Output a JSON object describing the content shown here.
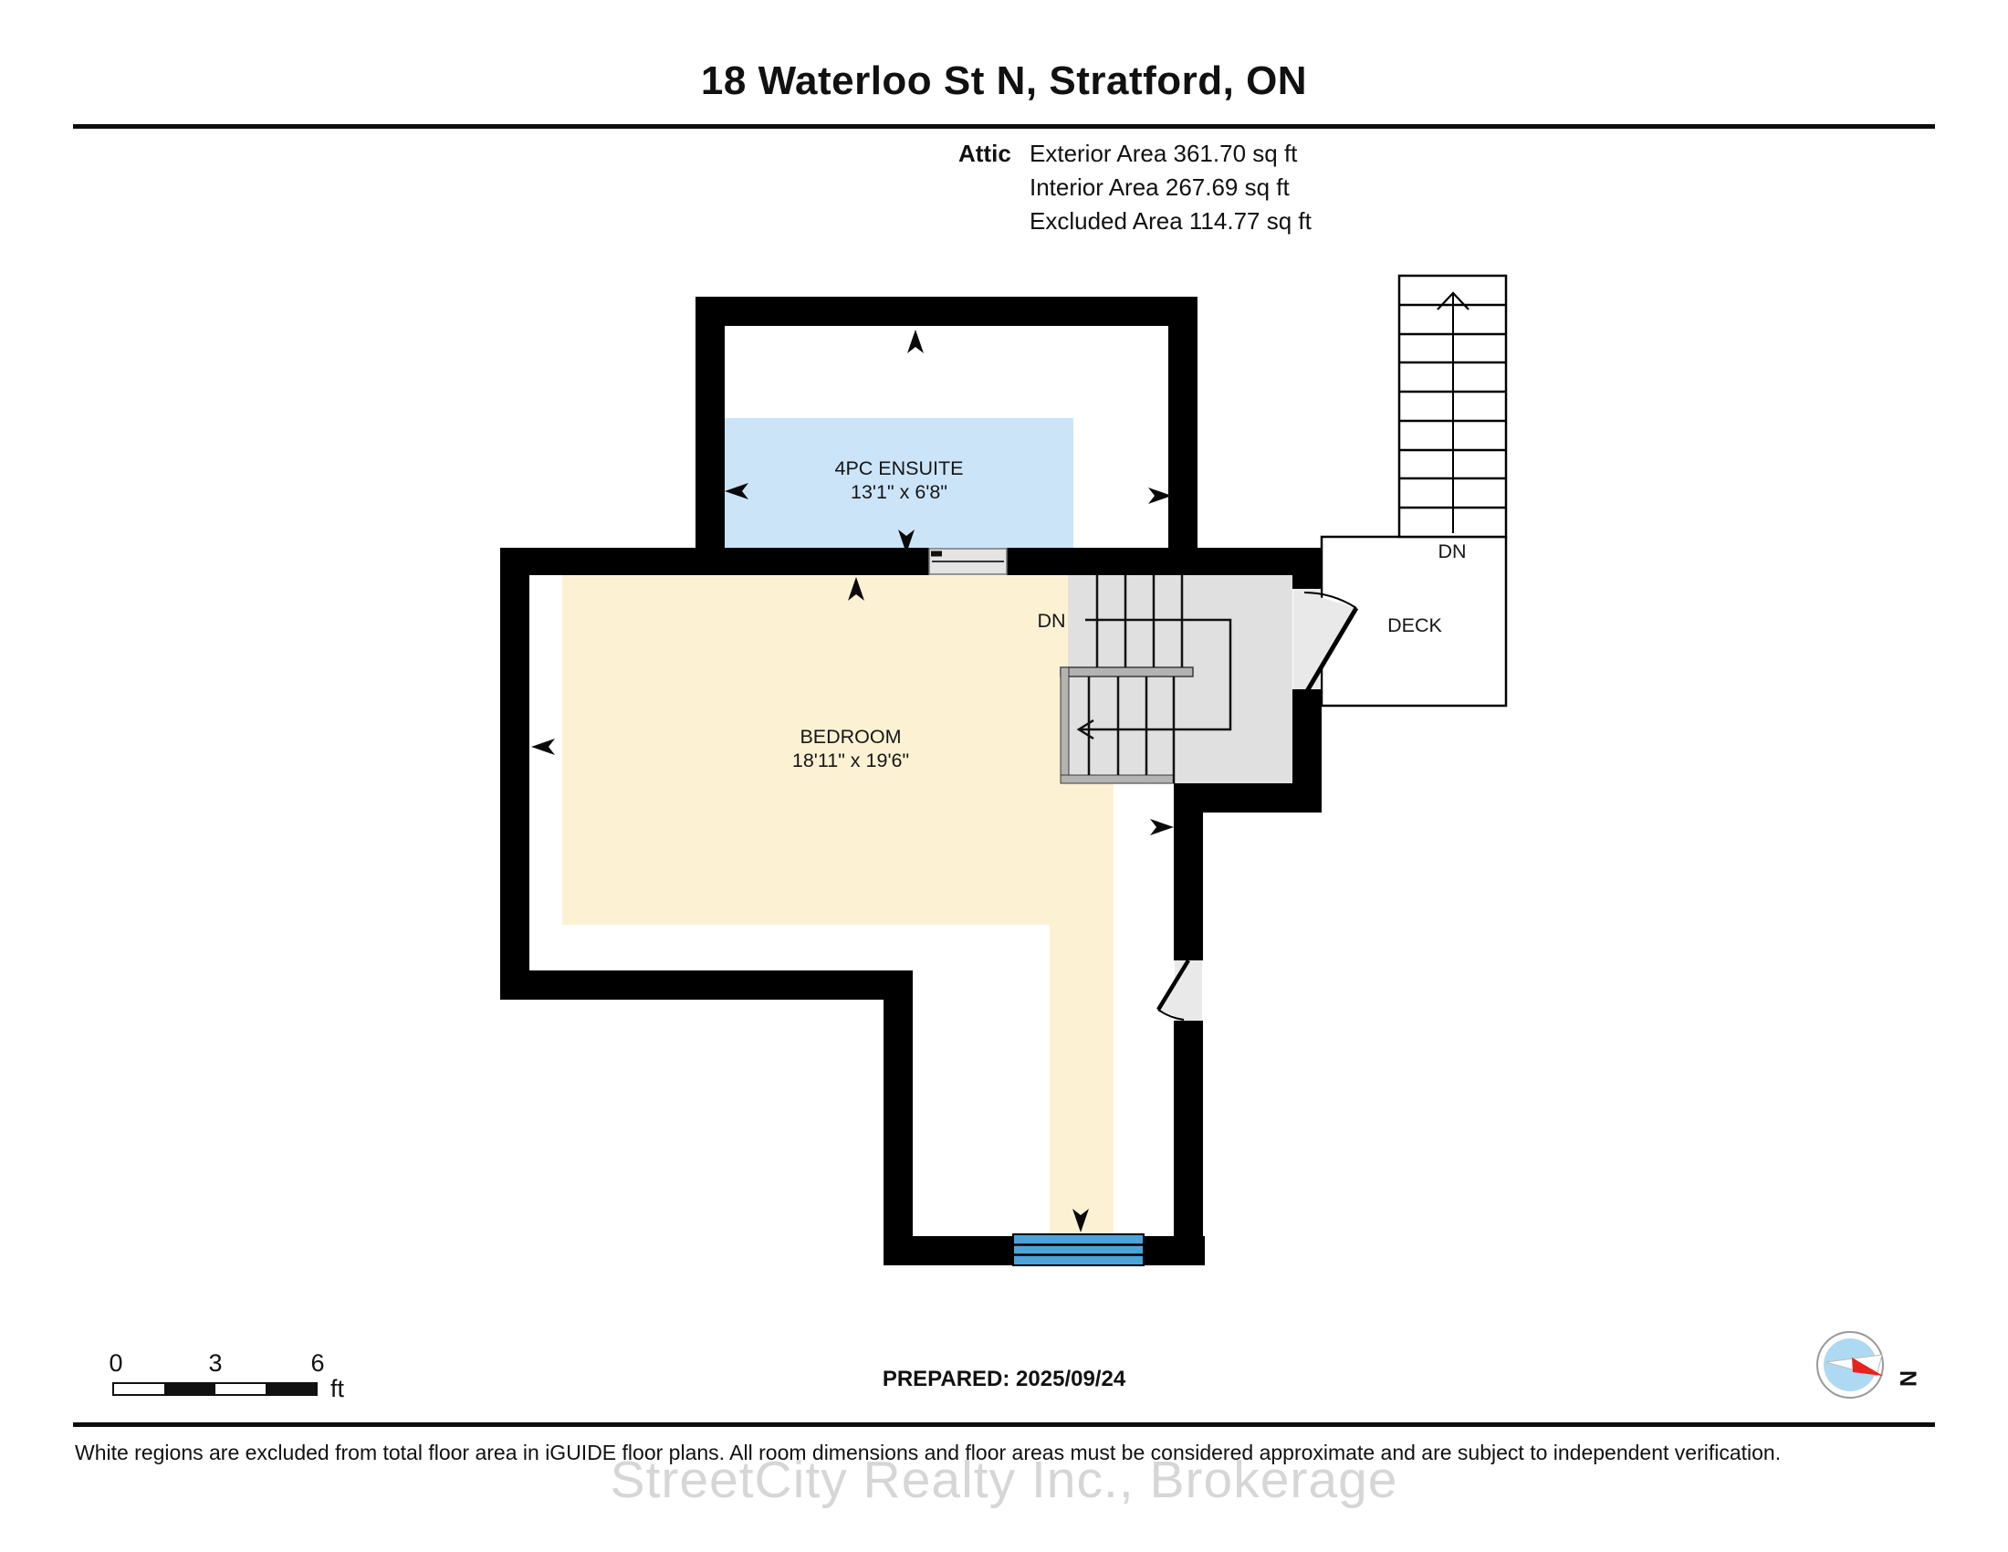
{
  "header": {
    "title": "18 Waterloo St N, Stratford, ON"
  },
  "area_summary": {
    "floor_label": "Attic",
    "exterior": "Exterior Area 361.70 sq ft",
    "interior": "Interior Area 267.69 sq ft",
    "excluded": "Excluded Area 114.77 sq ft"
  },
  "plan": {
    "ensuite": {
      "name": "4PC ENSUITE",
      "dims": "13'1\" x 6'8\""
    },
    "bedroom": {
      "name": "BEDROOM",
      "dims": "18'11\" x 19'6\""
    },
    "deck": {
      "name": "DECK"
    },
    "stair_down_label": "DN",
    "exterior_stair_down_label": "DN"
  },
  "scale_bar": {
    "start": "0",
    "mid": "3",
    "end": "6",
    "unit": "ft"
  },
  "compass": {
    "north_label": "N"
  },
  "footer": {
    "prepared": "PREPARED: 2025/09/24",
    "disclaimer": "White regions are excluded from total floor area in iGUIDE floor plans. All room dimensions and floor areas must be considered approximate and are subject to independent verification.",
    "watermark": "StreetCity Realty Inc., Brokerage"
  },
  "colors": {
    "wall": "#000000",
    "ensuite_floor": "#cbe4f8",
    "bedroom_floor": "#fcf2d3",
    "stairwell": "#e0e0e0",
    "stair_rail": "#b3b3b3",
    "window": "#4aa4d9",
    "door_swing": "#e9e9e9",
    "compass_inner": "#aed9f2",
    "compass_needle": "#e8221c"
  }
}
